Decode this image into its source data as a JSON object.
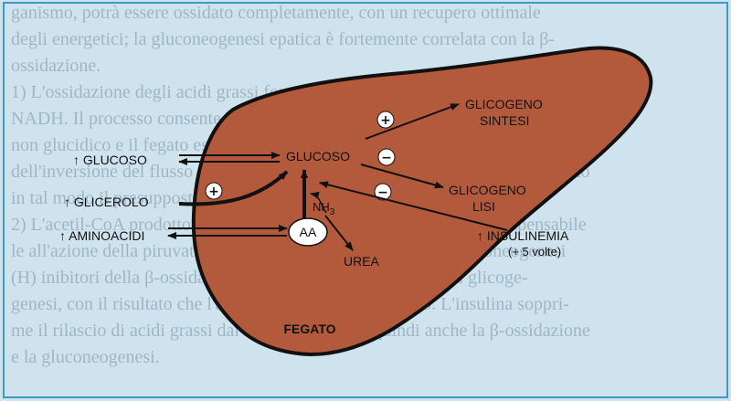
{
  "background_text": [
    "ganismo, potrà essere ossidato completamente, con un recupero ottimale",
    "degli energetici; la gluconeogenesi epatica è fortemente correlata con la β-",
    "ossidazione.",
    "1) L'ossidazione degli acidi grassi fornisce alla gluconeogenesi l'ATP e il",
    "NADH. Il processo consente di sintetizzare glucosio da materiale",
    "non glucidico e il fegato esporta glucosio, il che rende possibile",
    "dell'inversione del flusso glicolitico al livello degli enzimi regolatori, fungendo",
    "in tal modo il presupposto alla gluconeogenesi.",
    "2) L'acetil-CoA prodotto dalla β-ossidazione degli acidi grassi è indispensabile",
    "le all'azione della piruvato carbossilasi, enzima chiave della gluconeogenesi",
    "(H) inibitori della β-ossidazione, infatti, determinano anche la glicoge-",
    "genesi, con il risultato che l'animale diventa ipoglicemico. L'insulina soppri-",
    "me il rilascio di acidi grassi dal tessuto adiposo e quindi anche la β-ossidazione",
    "e la gluconeogenesi."
  ],
  "diagram": {
    "organ_label": "FEGATO",
    "inputs": {
      "glucoso": "↑ GLUCOSO",
      "glicerolo": "↑ GLICEROLO",
      "aminoacidi": "↑ AMINOACIDI"
    },
    "center": "GLUCOSO",
    "aa": "AA",
    "nh3": "NH",
    "nh3_sub": "3",
    "urea": "UREA",
    "glicogeno_sintesi": [
      "GLICOGENO",
      "SINTESI"
    ],
    "glicogeno_lisi": [
      "GLICOGENO",
      "LISI"
    ],
    "insulinemia": "↑ INSULINEMIA",
    "insulinemia_note": "(+ 5 volte)",
    "signs": {
      "glicerolo": "+",
      "sintesi": "+",
      "lisi": "−",
      "insulin": "−"
    },
    "colors": {
      "liver_fill": "#b35a3d",
      "liver_stroke": "#111111",
      "background": "#cfe3ee",
      "frame": "#3d9ac8"
    }
  }
}
